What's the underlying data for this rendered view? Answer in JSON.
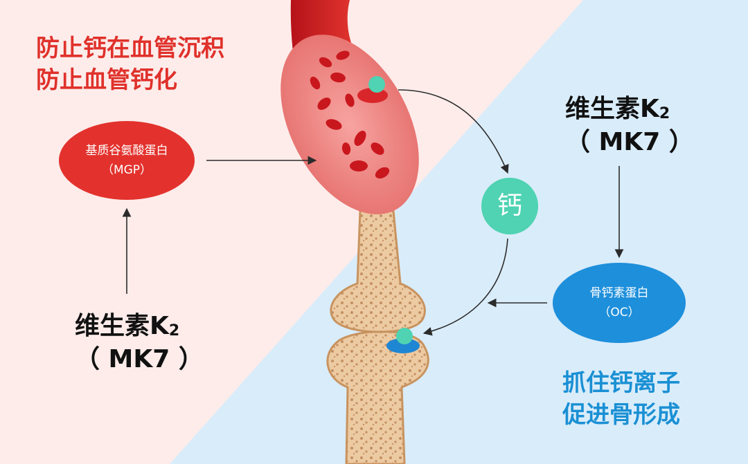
{
  "top_left_caption": {
    "line1": "防止钙在血管沉积",
    "line2": "防止血管钙化"
  },
  "bottom_right_caption": {
    "line1": "抓住钙离子",
    "line2": "促进骨形成"
  },
  "mgp_pill": {
    "name": "基质谷氨酸蛋白",
    "abbr": "（MGP）"
  },
  "oc_pill": {
    "name": "骨钙素蛋白",
    "abbr": "（OC）"
  },
  "calcium_label": "钙",
  "vitamin_left": {
    "name": "维生素K",
    "subscript": "2",
    "form": "（ MK7 ）"
  },
  "vitamin_right": {
    "name": "维生素K",
    "subscript": "2",
    "form": "（ MK7 ）"
  },
  "colors": {
    "bg_left": "#fdecea",
    "bg_right": "#d9ecfa",
    "red_accent": "#e0312b",
    "blue_accent": "#1a90d4",
    "calcium_teal": "#4fd3b2",
    "bone": "#e8c39a"
  }
}
